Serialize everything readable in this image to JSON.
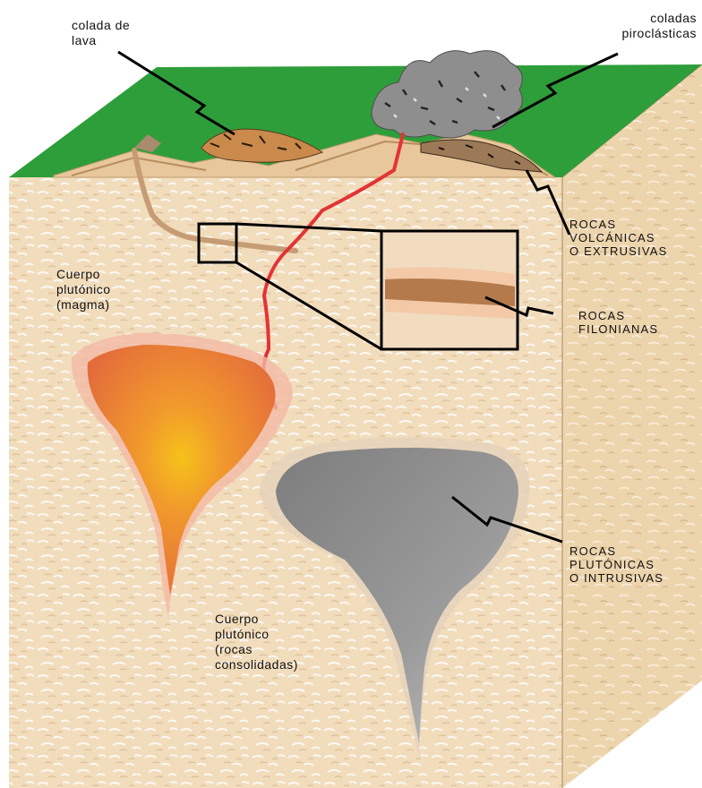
{
  "labels": {
    "lava_flow": "colada de\nlava",
    "pyroclastic": "coladas\npiroclásticas",
    "volcanic": "ROCAS\nVOLCÁNICAS\nO EXTRUSIVAS",
    "magma_body": "Cuerpo\nplutónico\n(magma)",
    "dike": "ROCAS\nFILONIANAS",
    "plutonic": "ROCAS\nPLUTÓNICAS\nO INTRUSIVAS",
    "consolidated_body": "Cuerpo\nplutónico\n(rocas\nconsolidadas)"
  },
  "colors": {
    "grass": "#2e9e3a",
    "sand": "#efd7b3",
    "sand_shadow": "#d9b98e",
    "magma_core": "#f2b21a",
    "magma_outer": "#e97a3b",
    "magma_halo": "#f3a488",
    "pluton": "#8e8e8e",
    "dike": "#e23030",
    "filonian": "#b07a4a",
    "lava": "#c87c3a"
  }
}
